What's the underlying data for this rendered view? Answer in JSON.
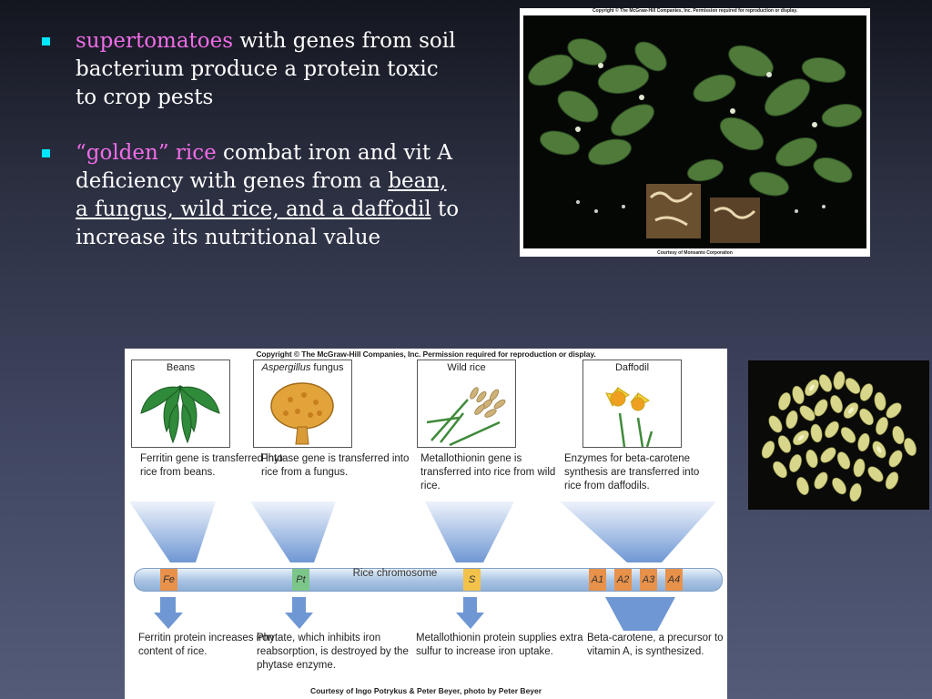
{
  "bullets": [
    {
      "accent": "supertomatoes",
      "text": " with genes from soil bacterium produce a protein toxic to crop pests"
    },
    {
      "accent": "“golden” rice",
      "text_before": " combat iron and vit A deficiency with genes from a ",
      "underlined": "bean, a fungus, wild rice, and a daffodil",
      "text_after": " to increase its nutritional value"
    }
  ],
  "photo_top": {
    "copyright": "Copyright © The McGraw-Hill Companies, Inc. Permission required for reproduction or display.",
    "courtesy": "Courtesy of Monsanto Corporation"
  },
  "figure": {
    "copyright": "Copyright © The McGraw-Hill Companies, Inc. Permission required for reproduction or display.",
    "courtesy": "Courtesy of Ingo Potrykus & Peter Beyer, photo by Peter Beyer",
    "sources": [
      {
        "label": "Beans",
        "desc": "Ferritin gene is transferred into rice from beans.",
        "result": "Ferritin protein increases iron content of rice."
      },
      {
        "label_italic": "Aspergillus",
        "label": " fungus",
        "desc": "Phytase gene is transferred into rice from a fungus.",
        "result": "Phytate, which inhibits iron reabsorption, is destroyed by the phytase enzyme."
      },
      {
        "label": "Wild rice",
        "desc": "Metallothionin gene is transferred into rice from wild rice.",
        "result": "Metallothionin protein supplies extra sulfur to increase iron uptake."
      },
      {
        "label": "Daffodil",
        "desc": "Enzymes for beta-carotene synthesis are transferred into rice from daffodils.",
        "result": "Beta-carotene, a precursor to vitamin A, is synthesized."
      }
    ],
    "chromosome_label": "Rice chromosome",
    "genes": [
      "Fe",
      "Pt",
      "S",
      "A1",
      "A2",
      "A3",
      "A4"
    ],
    "colors": {
      "gene_orange": "#e8914a",
      "gene_green": "#7cc68a",
      "gene_yellow": "#f2c24a",
      "arrow_blue": "#6f97d4"
    }
  }
}
